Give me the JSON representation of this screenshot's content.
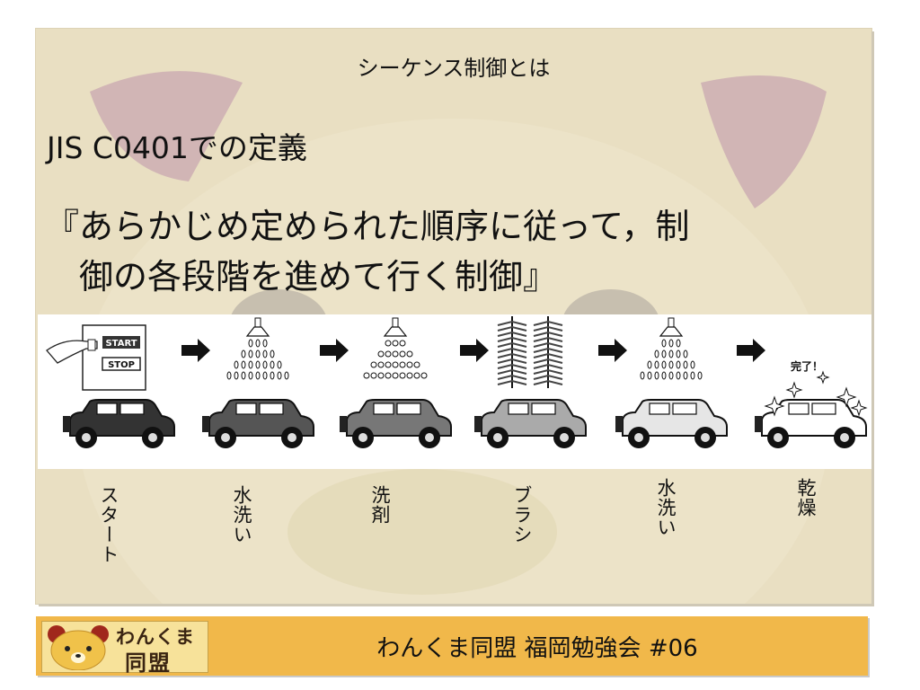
{
  "slide": {
    "title": "シーケンス制御とは",
    "heading": "JIS C0401での定義",
    "quote_line1": "『あらかじめ定められた順序に従って，制",
    "quote_line2": "御の各段階を進めて行く制御』"
  },
  "illustration": {
    "panel_start": "START",
    "panel_stop": "STOP",
    "done_text": "完了！"
  },
  "steps": [
    {
      "label": "スタート"
    },
    {
      "label": "水洗い"
    },
    {
      "label": "洗剤"
    },
    {
      "label": "ブラシ"
    },
    {
      "label": "水洗い"
    },
    {
      "label": "乾燥"
    }
  ],
  "footer": {
    "logo_line1": "わんくま",
    "logo_line2": "同盟",
    "event_title": "わんくま同盟 福岡勉強会 #06"
  },
  "colors": {
    "slide_bg": "#e9dfc2",
    "bear_ear": "#c9a6b0",
    "footer_bg": "#f1b84a",
    "logo_bg": "#f7e29a"
  }
}
